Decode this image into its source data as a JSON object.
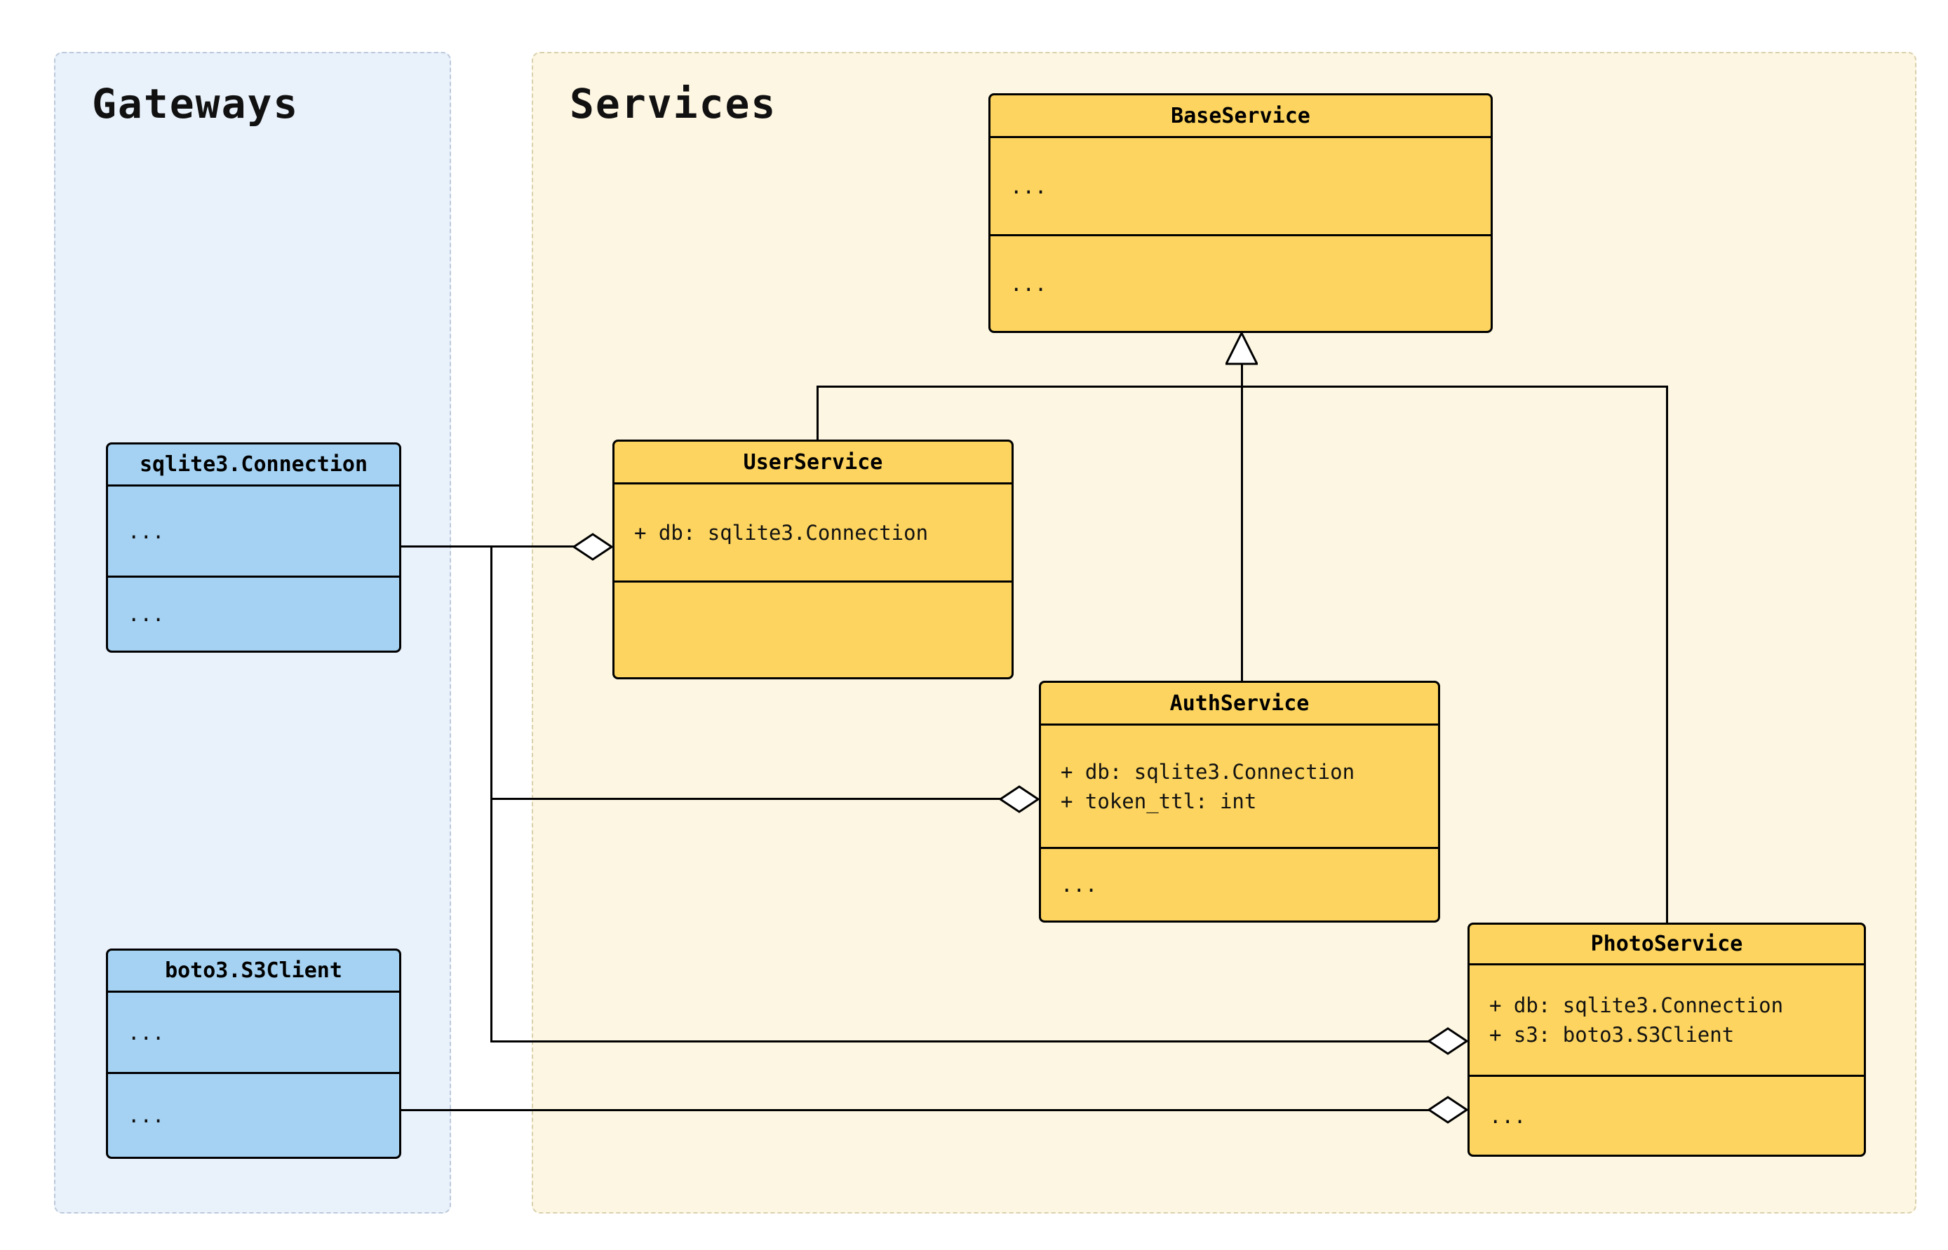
{
  "diagram": {
    "type": "uml-class-diagram"
  },
  "groups": {
    "gateways": {
      "title": "Gateways"
    },
    "services": {
      "title": "Services"
    }
  },
  "classes": {
    "base_service": {
      "name": "BaseService",
      "attributes": [
        "..."
      ],
      "methods": [
        "..."
      ]
    },
    "user_service": {
      "name": "UserService",
      "attributes": [
        "+ db: sqlite3.Connection"
      ],
      "methods": []
    },
    "auth_service": {
      "name": "AuthService",
      "attributes": [
        "+ db: sqlite3.Connection",
        "+ token_ttl: int"
      ],
      "methods": [
        "..."
      ]
    },
    "photo_service": {
      "name": "PhotoService",
      "attributes": [
        "+ db: sqlite3.Connection",
        "+ s3: boto3.S3Client"
      ],
      "methods": [
        "..."
      ]
    },
    "sqlite_connection": {
      "name": "sqlite3.Connection",
      "attributes": [
        "..."
      ],
      "methods": [
        "..."
      ]
    },
    "boto3_s3client": {
      "name": "boto3.S3Client",
      "attributes": [
        "..."
      ],
      "methods": [
        "..."
      ]
    }
  },
  "relationships": {
    "inheritance": [
      {
        "child": "UserService",
        "parent": "BaseService"
      },
      {
        "child": "AuthService",
        "parent": "BaseService"
      },
      {
        "child": "PhotoService",
        "parent": "BaseService"
      }
    ],
    "aggregations": [
      {
        "part": "sqlite3.Connection",
        "whole": "UserService"
      },
      {
        "part": "sqlite3.Connection",
        "whole": "AuthService"
      },
      {
        "part": "sqlite3.Connection",
        "whole": "PhotoService"
      },
      {
        "part": "boto3.S3Client",
        "whole": "PhotoService"
      }
    ]
  },
  "colors": {
    "gateway_class_fill": "#a5d2f2",
    "service_class_fill": "#fcd45f",
    "gateways_group_bg": "#e9f1fb",
    "services_group_bg": "#fdf6e2",
    "line": "#000000"
  }
}
